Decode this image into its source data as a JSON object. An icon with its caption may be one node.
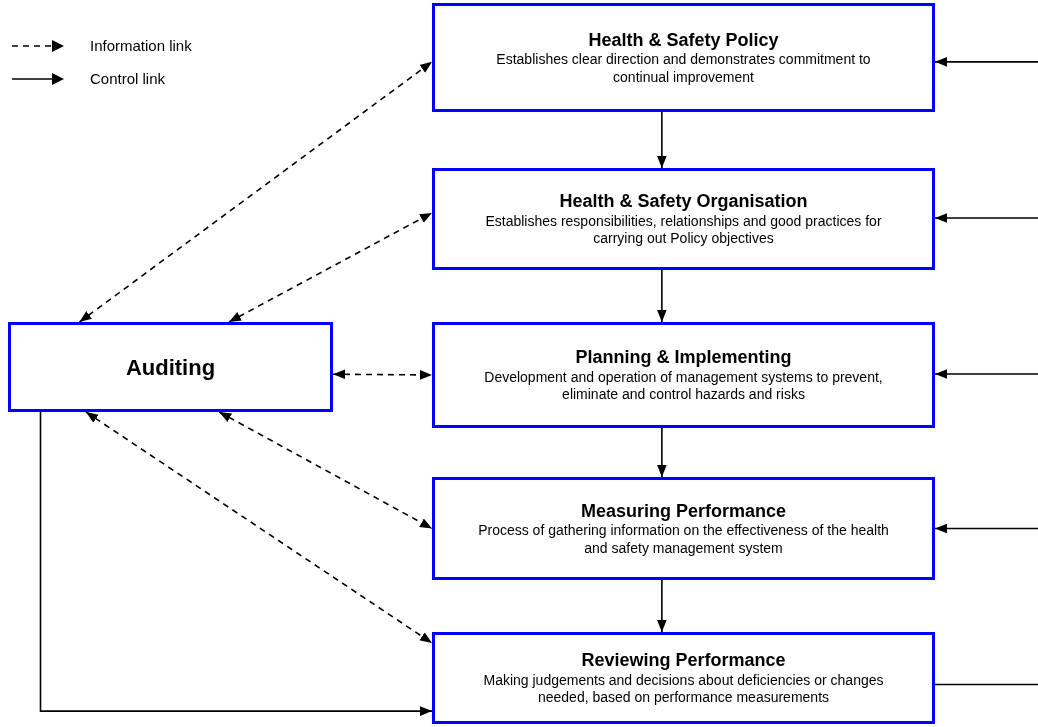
{
  "diagram": {
    "nodes": [
      {
        "text": [
          "Health & Safety Policy",
          "Establishes clear direction and demonstrates commitment to continual improvement"
        ]
      },
      {
        "text": [
          "Health & Safety Organisation",
          "Establishes responsibilities, relationships and good practices for carrying out Policy objectives"
        ]
      },
      {
        "text": [
          "Planning & Implementing",
          "Development and operation of management systems to prevent, eliminate and control hazards and risks"
        ]
      },
      {
        "text": [
          "Measuring Performance",
          "Process of gathering information on the effectiveness of the health and safety management system"
        ]
      },
      {
        "text": [
          "Reviewing Performance",
          "Making judgements and decisions about deficiencies or changes needed, based on performance measurements"
        ]
      },
      {
        "text": [
          "Auditing"
        ]
      }
    ],
    "edges": [
      {
        "from": 0,
        "to": 1,
        "arrow": "to"
      },
      {
        "from": 1,
        "to": 2,
        "arrow": "to"
      },
      {
        "from": 2,
        "to": 3,
        "arrow": "to"
      },
      {
        "from": 3,
        "to": 4,
        "arrow": "to"
      },
      {
        "from": 5,
        "to": 0,
        "arrow": "both",
        "style": "dashed"
      },
      {
        "from": 5,
        "to": 1,
        "arrow": "both",
        "style": "dashed"
      },
      {
        "from": 5,
        "to": 2,
        "arrow": "both",
        "style": "dashed"
      },
      {
        "from": 5,
        "to": 3,
        "arrow": "both",
        "style": "dashed"
      },
      {
        "from": 5,
        "to": 4,
        "arrow": "both",
        "style": "dashed"
      },
      {
        "from": 5,
        "to": 4,
        "arrow": "to"
      },
      {
        "from": null,
        "to": 0,
        "arrow": "to"
      },
      {
        "from": null,
        "to": 1,
        "arrow": "to"
      },
      {
        "from": null,
        "to": 2,
        "arrow": "to"
      },
      {
        "from": null,
        "to": 3,
        "arrow": "to"
      },
      {
        "from": 4,
        "to": null,
        "arrow": "none"
      }
    ],
    "legend": [
      {
        "text": "Information link"
      },
      {
        "text": "Control link"
      }
    ]
  }
}
